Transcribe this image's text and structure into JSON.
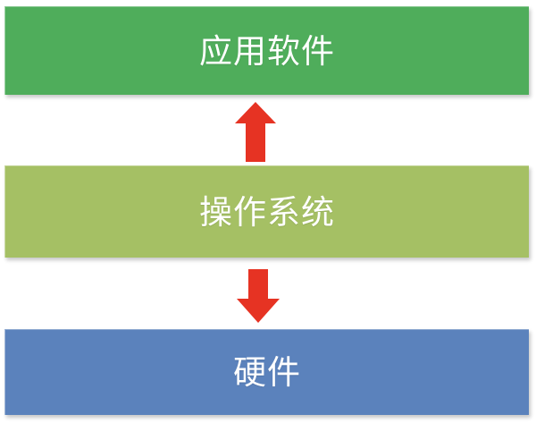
{
  "diagram": {
    "title": "computer-system-layer-stack",
    "orientation": "vertical",
    "background_color": "#ffffff",
    "layers": [
      {
        "id": "application",
        "label": "应用软件",
        "color": "#4FAD5B",
        "text_color": "#ffffff"
      },
      {
        "id": "operating-system",
        "label": "操作系统",
        "color": "#A5C064",
        "text_color": "#ffffff"
      },
      {
        "id": "hardware",
        "label": "硬件",
        "color": "#5B82BC",
        "text_color": "#ffffff"
      }
    ],
    "arrows": [
      {
        "id": "arrow-up",
        "direction": "up",
        "color": "#E63323",
        "from": "operating-system",
        "to": "application"
      },
      {
        "id": "arrow-down",
        "direction": "down",
        "color": "#E63323",
        "from": "operating-system",
        "to": "hardware"
      }
    ]
  }
}
